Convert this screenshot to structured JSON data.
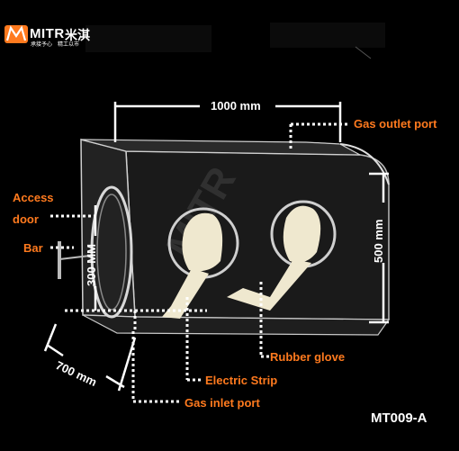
{
  "brand": {
    "name": "MITR",
    "cn_name": "米淇",
    "tagline_left": "承接予心",
    "tagline_right": "精工以市"
  },
  "dimensions": {
    "width": "1000 mm",
    "height": "500 mm",
    "depth": "700 mm",
    "door_height": "300 MM"
  },
  "labels": {
    "access_door_line1": "Access",
    "access_door_line2": "door",
    "bar": "Bar",
    "gas_outlet": "Gas outlet port",
    "rubber_glove": "Rubber glove",
    "electric_strip": "Electric Strip",
    "gas_inlet": "Gas inlet port"
  },
  "model": "MT009-A",
  "colors": {
    "accent": "#ff7a1e",
    "background": "#000000",
    "text": "#ffffff",
    "glove": "#efe8cf"
  }
}
